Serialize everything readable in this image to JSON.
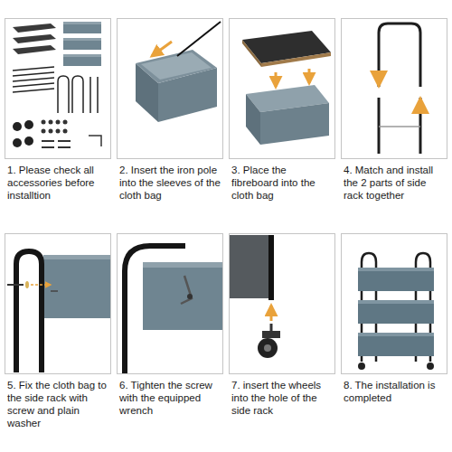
{
  "diagram": {
    "nodes": [
      {
        "text": [
          "1. Please check all accessories before installtion"
        ]
      },
      {
        "text": [
          "2. Insert the iron pole into the sleeves of the cloth bag"
        ]
      },
      {
        "text": [
          "3. Place the fibreboard into the cloth bag"
        ]
      },
      {
        "text": [
          "4. Match and install the 2 parts of side rack together"
        ]
      },
      {
        "text": [
          "5. Fix the cloth bag to the side rack with screw and plain washer"
        ]
      },
      {
        "text": [
          "6. Tighten the screw with the equipped wrench"
        ]
      },
      {
        "text": [
          "7. insert the wheels into the hole of the side rack"
        ]
      },
      {
        "text": [
          "8. The installation is completed"
        ]
      }
    ]
  }
}
